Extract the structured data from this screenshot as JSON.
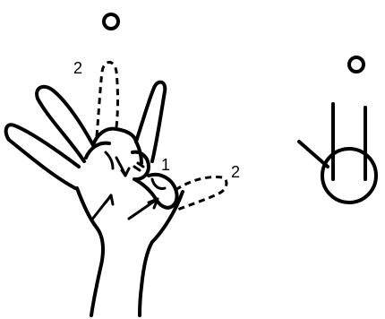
{
  "labels": {
    "movement_1": "1",
    "movement_2_top": "2",
    "movement_2_right": "2"
  },
  "icons": {
    "start_circle_left": "circle-icon",
    "start_circle_right": "circle-icon",
    "hand": "hand-illustration-icon",
    "symbol": "sign-symbol-icon"
  },
  "colors": {
    "ink": "#000000",
    "background": "#ffffff"
  }
}
